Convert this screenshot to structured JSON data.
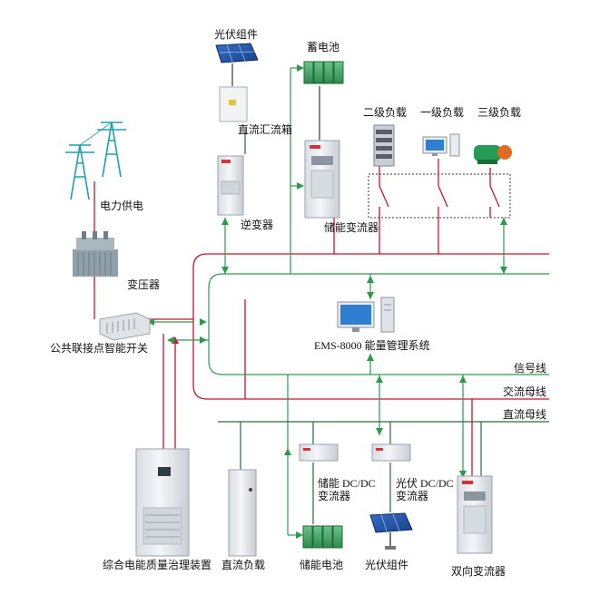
{
  "labels": {
    "pv_module_top": "光伏组件",
    "battery_top": "蓄电池",
    "dc_combiner": "直流汇流箱",
    "inverter": "逆变器",
    "storage_converter_top": "储能变流器",
    "load_level2": "二级负载",
    "load_level1": "一级负载",
    "load_level3": "三级负载",
    "grid_supply": "电力供电",
    "transformer": "变压器",
    "pcc_switch": "公共联接点智能开关",
    "ems": "EMS-8000 能量管理系统",
    "signal_line": "信号线",
    "ac_bus": "交流母线",
    "dc_bus": "直流母线",
    "storage_dcdc": "储能 DC/DC\n变流器",
    "pv_dcdc": "光伏 DC/DC\n变流器",
    "power_quality": "综合电能质量治理装置",
    "dc_load": "直流负载",
    "storage_battery_bottom": "储能电池",
    "pv_module_bottom": "光伏组件",
    "bidirectional_converter": "双向变流器"
  },
  "colors": {
    "ac_line": "#c4162c",
    "signal_line": "#2c9a4c",
    "dc_line": "#2c9a4c",
    "cabinet": "#e9ecef",
    "brand_accent": "#d4343a",
    "battery": "#3c9c5a"
  }
}
